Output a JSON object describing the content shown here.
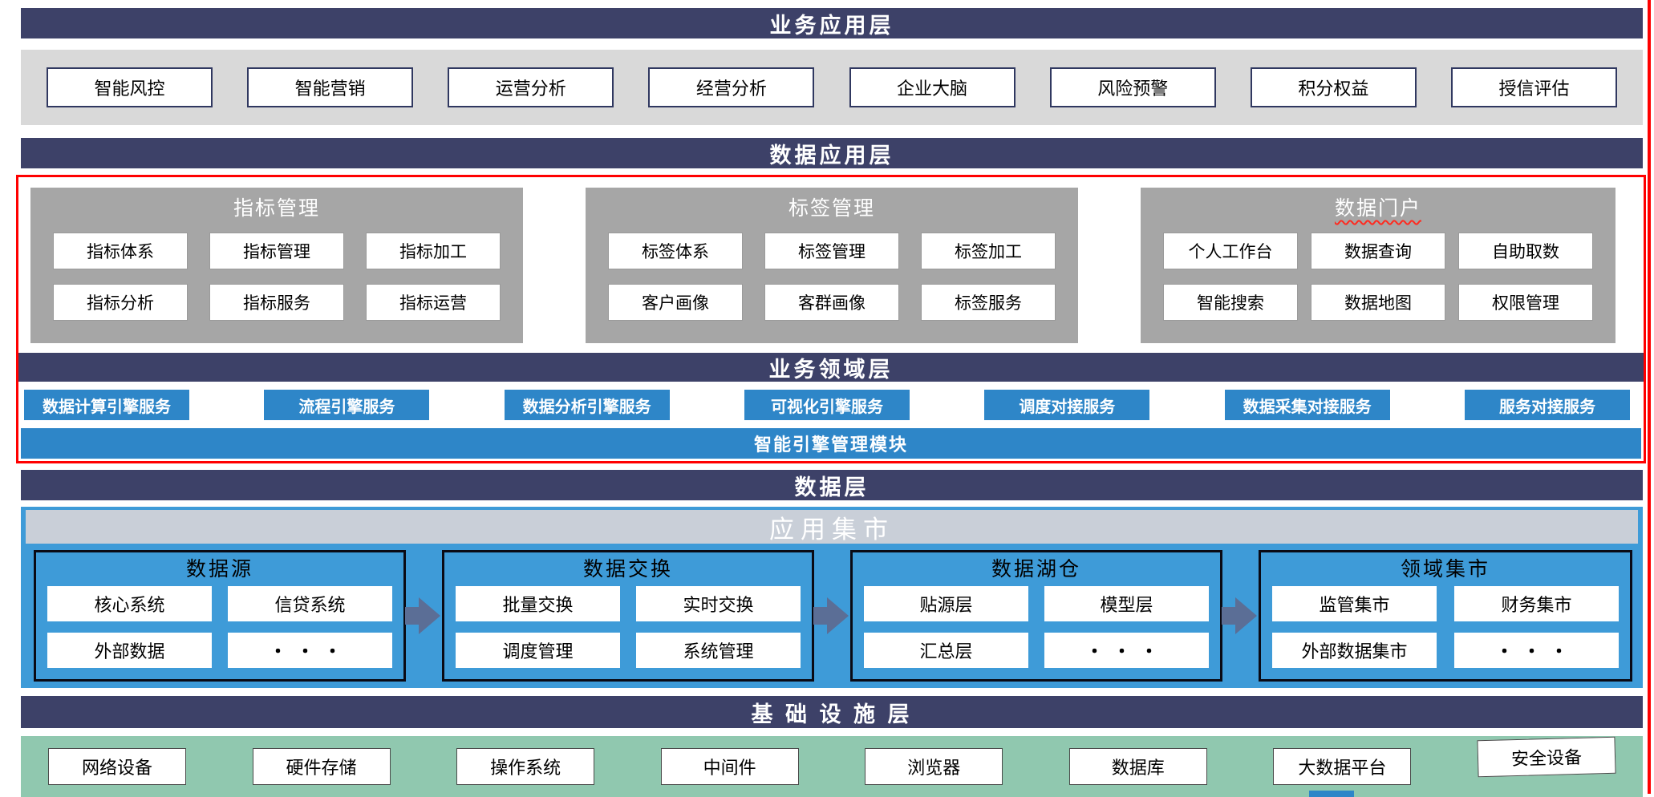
{
  "colors": {
    "navy": "#3D4168",
    "blue": "#2E86C8",
    "region-blue": "#3E9BD8",
    "band-gray": "#D9D9D9",
    "panel-gray": "#A6A6A6",
    "mart-gray": "#C9CFD8",
    "green": "#90C8AF",
    "red": "#FF0000",
    "arrow": "#5B6E96"
  },
  "business_app": {
    "title": "业务应用层",
    "items": [
      "智能风控",
      "智能营销",
      "运营分析",
      "经营分析",
      "企业大脑",
      "风险预警",
      "积分权益",
      "授信评估"
    ]
  },
  "data_app": {
    "title": "数据应用层",
    "panels": [
      {
        "title": "指标管理",
        "rows": [
          [
            "指标体系",
            "指标管理",
            "指标加工"
          ],
          [
            "指标分析",
            "指标服务",
            "指标运营"
          ]
        ]
      },
      {
        "title": "标签管理",
        "rows": [
          [
            "标签体系",
            "标签管理",
            "标签加工"
          ],
          [
            "客户画像",
            "客群画像",
            "标签服务"
          ]
        ]
      },
      {
        "title": "数据门户",
        "rows": [
          [
            "个人工作台",
            "数据查询",
            "自助取数"
          ],
          [
            "智能搜索",
            "数据地图",
            "权限管理"
          ]
        ]
      }
    ]
  },
  "business_domain": {
    "title": "业务领域层",
    "services": [
      "数据计算引擎服务",
      "流程引擎服务",
      "数据分析引擎服务",
      "可视化引擎服务",
      "调度对接服务",
      "数据采集对接服务",
      "服务对接服务"
    ],
    "engine_module": "智能引擎管理模块"
  },
  "data_layer": {
    "title": "数据层",
    "mart_title": "应用集市",
    "panels": [
      {
        "title": "数据源",
        "rows": [
          [
            "核心系统",
            "信贷系统"
          ],
          [
            "外部数据",
            "・・・"
          ]
        ]
      },
      {
        "title": "数据交换",
        "rows": [
          [
            "批量交换",
            "实时交换"
          ],
          [
            "调度管理",
            "系统管理"
          ]
        ]
      },
      {
        "title": "数据湖仓",
        "rows": [
          [
            "贴源层",
            "模型层"
          ],
          [
            "汇总层",
            "・・・"
          ]
        ]
      },
      {
        "title": "领域集市",
        "rows": [
          [
            "监管集市",
            "财务集市"
          ],
          [
            "外部数据集市",
            "・・・"
          ]
        ]
      }
    ]
  },
  "infrastructure": {
    "title": "基 础 设 施 层",
    "items": [
      "网络设备",
      "硬件存储",
      "操作系统",
      "中间件",
      "浏览器",
      "数据库",
      "大数据平台",
      "安全设备"
    ]
  }
}
